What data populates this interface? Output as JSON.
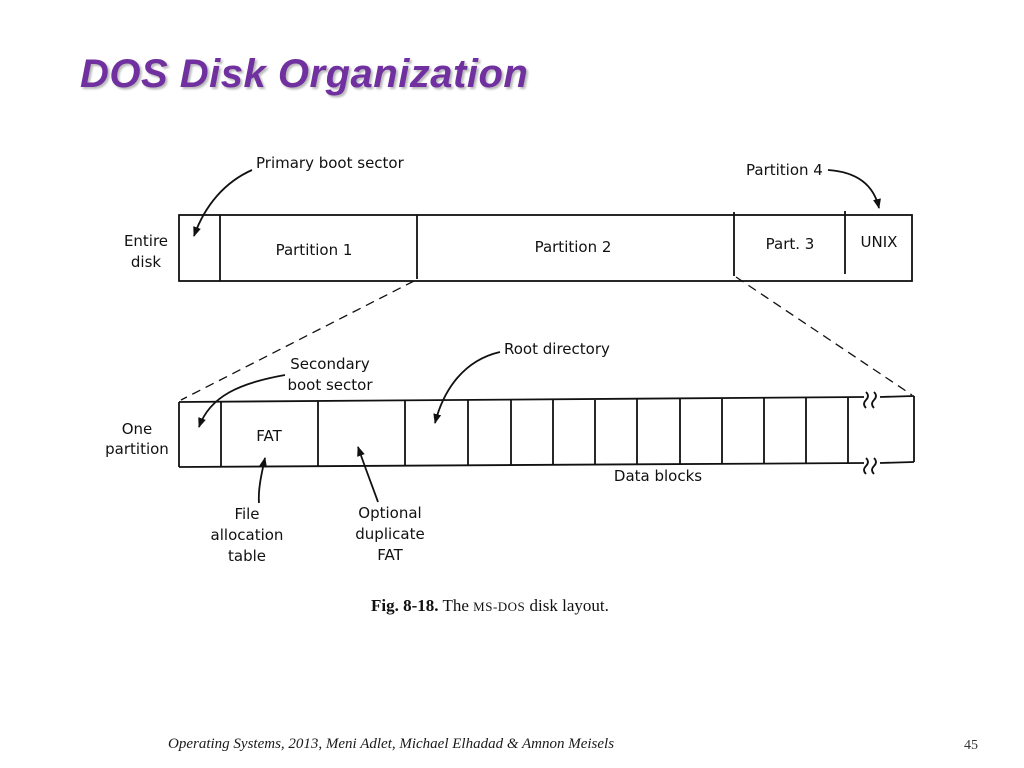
{
  "slide": {
    "title": "DOS  Disk Organization",
    "footer": "Operating Systems, 2013, Meni Adlet, Michael Elhadad & Amnon Meisels",
    "page_number": "45",
    "title_color": "#7030A0"
  },
  "figure": {
    "entire_disk_row": {
      "row_label_line1": "Entire",
      "row_label_line2": "disk",
      "callout_primary_boot": "Primary boot sector",
      "callout_partition4": "Partition 4",
      "cells": [
        "Partition 1",
        "Partition 2",
        "Part. 3",
        "UNIX"
      ]
    },
    "partition_row": {
      "row_label_line1": "One",
      "row_label_line2": "partition",
      "callout_secondary_boot_line1": "Secondary",
      "callout_secondary_boot_line2": "boot sector",
      "callout_root_directory": "Root directory",
      "fat_cell": "FAT",
      "data_blocks_label": "Data blocks",
      "callout_fat_line1": "File",
      "callout_fat_line2": "allocation",
      "callout_fat_line3": "table",
      "callout_dup_line1": "Optional",
      "callout_dup_line2": "duplicate",
      "callout_dup_line3": "FAT"
    },
    "caption": {
      "fig_number": "Fig. 8-18.",
      "text_before": " The ",
      "smallcaps": "MS-DOS",
      "text_after": " disk layout."
    }
  }
}
